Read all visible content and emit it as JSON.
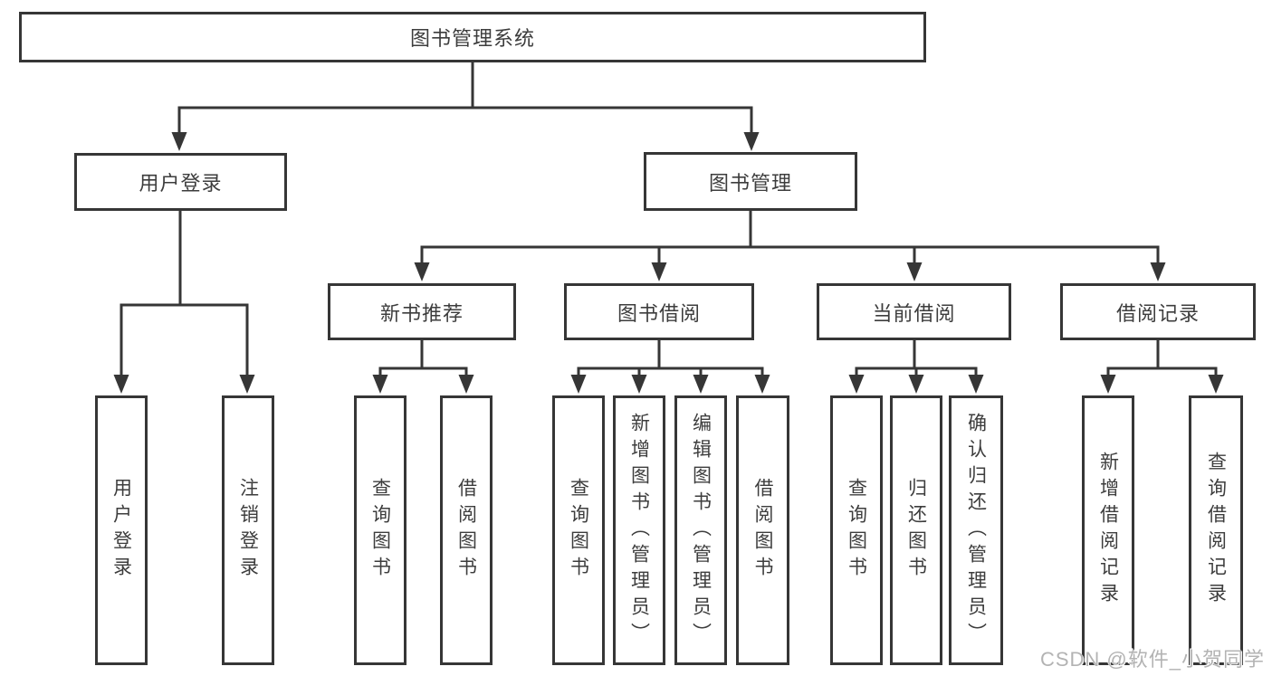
{
  "nodes": {
    "root": "图书管理系统",
    "level2": [
      "用户登录",
      "图书管理"
    ],
    "level3": [
      "新书推荐",
      "图书借阅",
      "当前借阅",
      "借阅记录"
    ],
    "login_children": [
      "用户登录",
      "注销登录"
    ],
    "newbook_children": [
      "查询图书",
      "借阅图书"
    ],
    "borrow_children": [
      "查询图书",
      "新增图书（管理员）",
      "编辑图书（管理员）",
      "借阅图书"
    ],
    "current_children": [
      "查询图书",
      "归还图书",
      "确认归还（管理员）"
    ],
    "records_children": [
      "新增借阅记录",
      "查询借阅记录"
    ]
  },
  "watermark": {
    "text": "CSDN @软件_小贺同学"
  },
  "colors": {
    "line": "#363636",
    "box_border": "#363636",
    "text": "#3d3d3d",
    "background": "#ffffff",
    "watermark": "#b3b3b3"
  }
}
